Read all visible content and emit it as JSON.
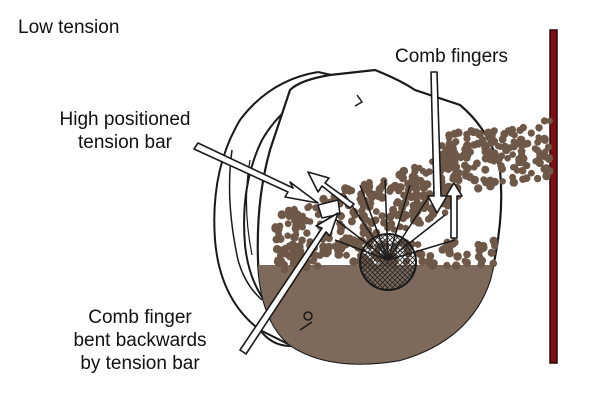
{
  "title": "Low tension",
  "labels": {
    "tension_bar": [
      "High positioned",
      "tension bar"
    ],
    "comb_fingers": "Comb fingers",
    "bent_finger": [
      "Comb finger",
      "bent backwards",
      "by tension bar"
    ]
  },
  "colors": {
    "post": "#7a1016",
    "sediment": "#7d6a5c",
    "dots": "#6e5849",
    "outline": "#1a1a1a",
    "background": "#ffffff"
  }
}
